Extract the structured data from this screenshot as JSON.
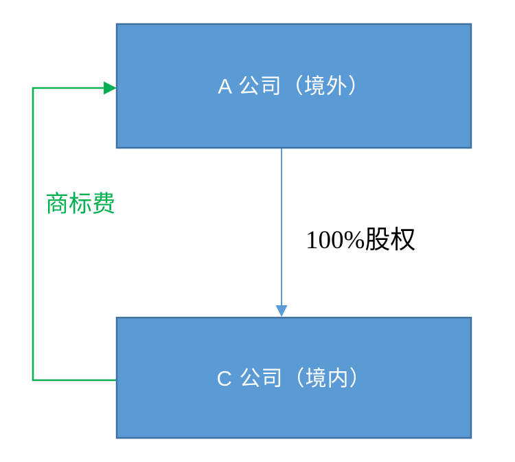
{
  "diagram": {
    "title": "equity-and-trademark-fee-structure",
    "background_color": "#ffffff",
    "nodes": [
      {
        "id": "company-a",
        "label": "A 公司（境外）",
        "fill": "#5B9BD5",
        "border_color": "#41719C",
        "text_color": "#FFFFFF"
      },
      {
        "id": "company-c",
        "label": "C 公司（境内）",
        "fill": "#5B9BD5",
        "border_color": "#41719C",
        "text_color": "#FFFFFF"
      }
    ],
    "edges": [
      {
        "id": "equity-edge",
        "from": "company-a",
        "to": "company-c",
        "label": "100%股权",
        "line_color": "#5B9BD5",
        "label_color": "#000000",
        "style": "straight-down-arrow"
      },
      {
        "id": "trademark-fee-edge",
        "from": "company-c",
        "to": "company-a",
        "label": "商标费",
        "line_color": "#00B050",
        "label_color": "#00B050",
        "style": "left-elbow-arrow"
      }
    ]
  }
}
